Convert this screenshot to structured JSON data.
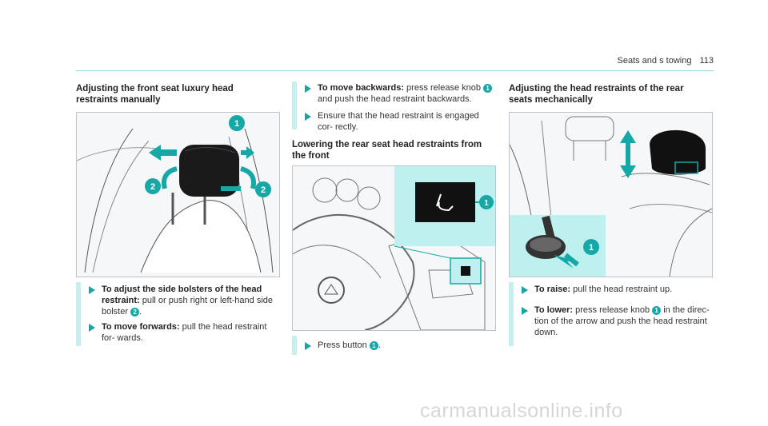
{
  "header": {
    "section": "Seats and s towing",
    "page": "113"
  },
  "col1": {
    "heading": "Adjusting the front seat luxury head restraints manually",
    "figure_callouts": [
      "1",
      "2",
      "2"
    ],
    "steps": [
      {
        "bold": "To adjust the side bolsters of the head restraint:",
        "text_a": " pull or push right or left-hand side bolster ",
        "badge": "2",
        "text_b": "."
      },
      {
        "bold": "To move forwards:",
        "text_a": " pull the head restraint for- wards."
      }
    ]
  },
  "col2": {
    "steps_top": [
      {
        "bold": "To move backwards:",
        "text_a": " press release knob ",
        "badge": "1",
        "text_b": " and push the head restraint backwards."
      },
      {
        "text_a": "Ensure that the head restraint is engaged cor- rectly."
      }
    ],
    "heading": "Lowering the rear seat head restraints from the front",
    "figure_callouts": [
      "1"
    ],
    "step_bottom": {
      "text_a": "Press button ",
      "badge": "1",
      "text_b": "."
    }
  },
  "col3": {
    "heading": "Adjusting the head restraints of the rear seats mechanically",
    "figure_callouts": [
      "1"
    ],
    "steps": [
      {
        "bold": "To raise:",
        "text_a": " pull the head restraint up."
      },
      {
        "bold": "To lower:",
        "text_a": " press release knob ",
        "badge": "1",
        "text_b": " in the direc- tion of the arrow and push the head restraint down."
      }
    ]
  },
  "watermark": "carmanualsonline.info",
  "colors": {
    "accent": "#16a7a7",
    "bar": "#c8efef",
    "line": "#8fd6d6",
    "panel": "#bff0f0"
  }
}
